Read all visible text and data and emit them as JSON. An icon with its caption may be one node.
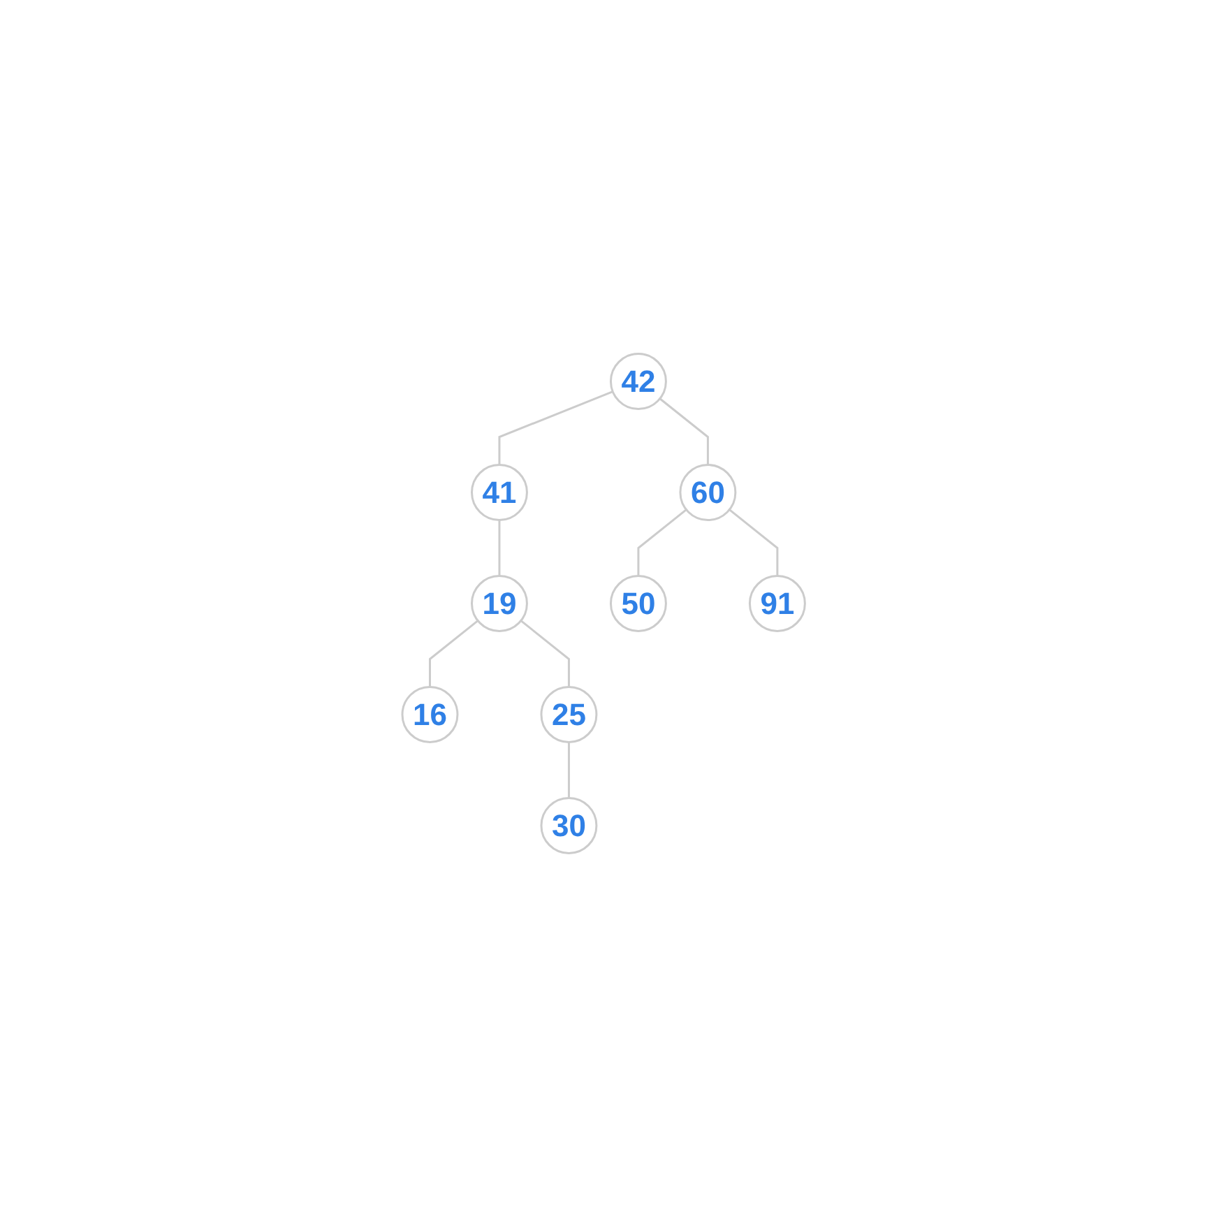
{
  "diagram": {
    "nodes": [
      {
        "text": [
          "42"
        ]
      },
      {
        "text": [
          "41"
        ]
      },
      {
        "text": [
          "60"
        ]
      },
      {
        "text": [
          "19"
        ]
      },
      {
        "text": [
          "50"
        ]
      },
      {
        "text": [
          "91"
        ]
      },
      {
        "text": [
          "16"
        ]
      },
      {
        "text": [
          "25"
        ]
      },
      {
        "text": [
          "30"
        ]
      }
    ],
    "edges": [
      {
        "from": 0,
        "to": 1,
        "arrow": "none"
      },
      {
        "from": 0,
        "to": 2,
        "arrow": "none"
      },
      {
        "from": 1,
        "to": 3,
        "arrow": "none"
      },
      {
        "from": 2,
        "to": 4,
        "arrow": "none"
      },
      {
        "from": 2,
        "to": 5,
        "arrow": "none"
      },
      {
        "from": 3,
        "to": 6,
        "arrow": "none"
      },
      {
        "from": 3,
        "to": 7,
        "arrow": "none"
      },
      {
        "from": 7,
        "to": 8,
        "arrow": "none"
      }
    ]
  }
}
